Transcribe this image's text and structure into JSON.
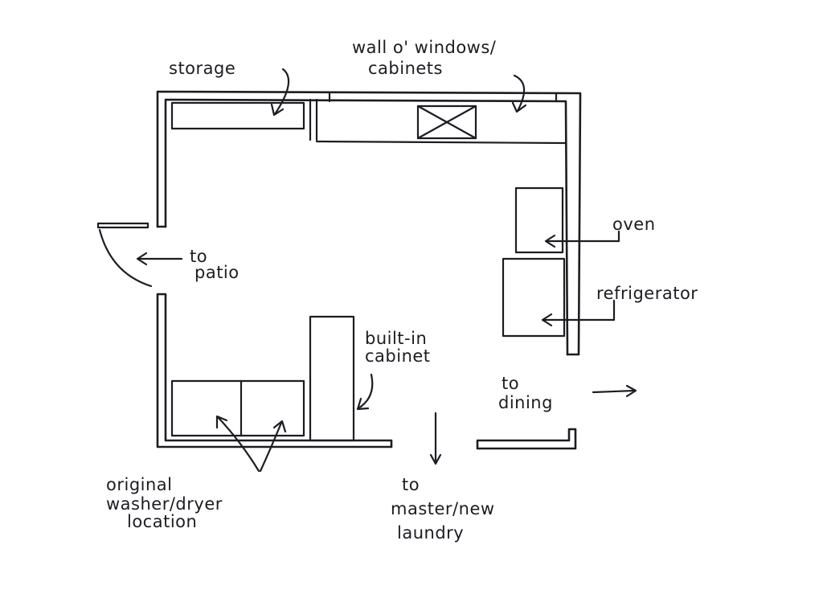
{
  "labels": {
    "storage": "storage",
    "wall_windows_line1": "wall o' windows/",
    "wall_windows_line2": "cabinets",
    "oven": "oven",
    "refrigerator": "refrigerator",
    "to_patio_line1": "to",
    "to_patio_line2": "patio",
    "built_in_line1": "built-in",
    "built_in_line2": "cabinet",
    "to_dining_line1": "to",
    "to_dining_line2": "dining",
    "washer_line1": "original",
    "washer_line2": "washer/dryer",
    "washer_line3": "location",
    "laundry_line1": "to",
    "laundry_line2": "master/new",
    "laundry_line3": "laundry"
  },
  "colors": {
    "ink": "#1c1c22",
    "paper": "#ffffff"
  }
}
